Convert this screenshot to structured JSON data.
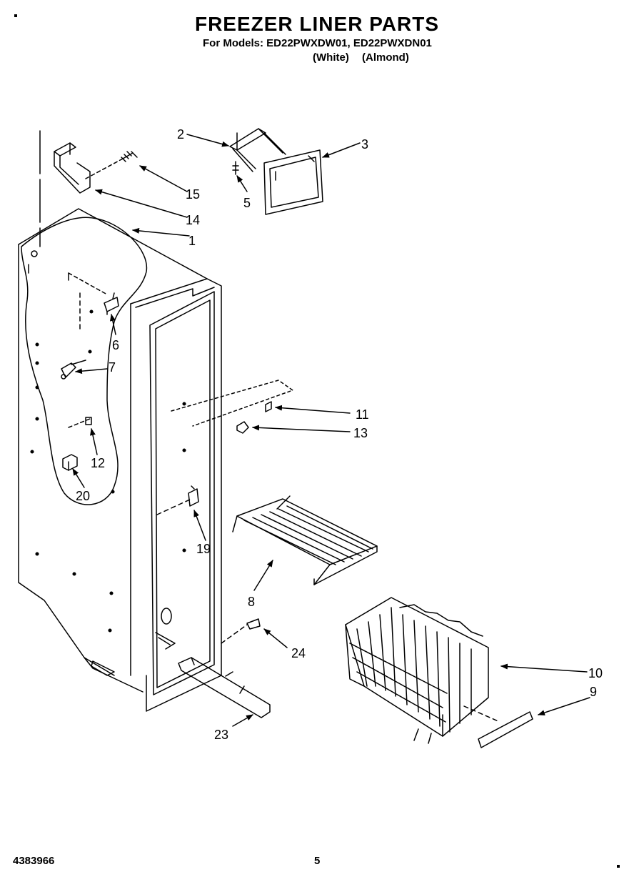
{
  "header": {
    "title": "FREEZER LINER PARTS",
    "models_line": "For Models: ED22PWXDW01, ED22PWXDN01",
    "variant_white": "(White)",
    "variant_almond": "(Almond)"
  },
  "footer": {
    "doc_number": "4383966",
    "page_number": "5"
  },
  "callouts": {
    "c1": "1",
    "c2": "2",
    "c3": "3",
    "c5": "5",
    "c6": "6",
    "c7": "7",
    "c8": "8",
    "c9": "9",
    "c10": "10",
    "c11": "11",
    "c12": "12",
    "c13": "13",
    "c14": "14",
    "c15": "15",
    "c19": "19",
    "c20": "20",
    "c23": "23",
    "c24": "24"
  }
}
